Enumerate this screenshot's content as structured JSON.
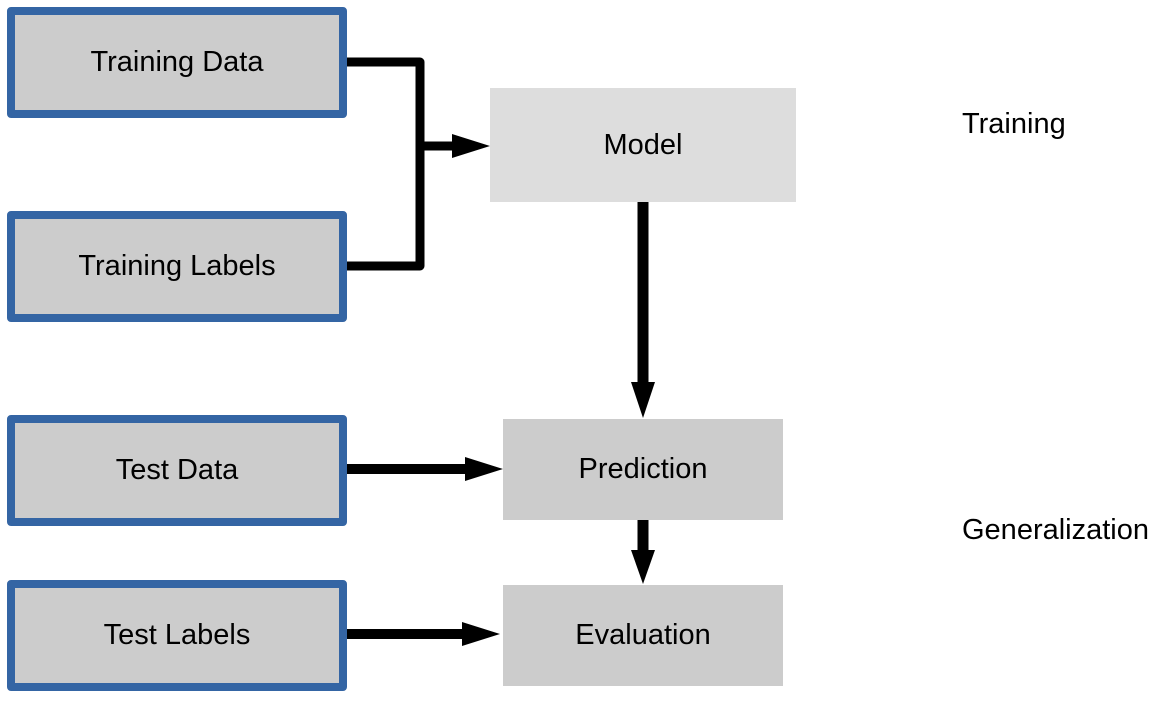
{
  "inputs": {
    "training_data": "Training Data",
    "training_labels": "Training Labels",
    "test_data": "Test Data",
    "test_labels": "Test Labels"
  },
  "process": {
    "model": "Model",
    "prediction": "Prediction",
    "evaluation": "Evaluation"
  },
  "phases": {
    "training": "Training",
    "generalization": "Generalization"
  },
  "colors": {
    "input_fill": "#cccccc",
    "input_border": "#3465a4",
    "model_fill": "#dddddd",
    "process_fill": "#cccccc",
    "arrow": "#000000"
  }
}
